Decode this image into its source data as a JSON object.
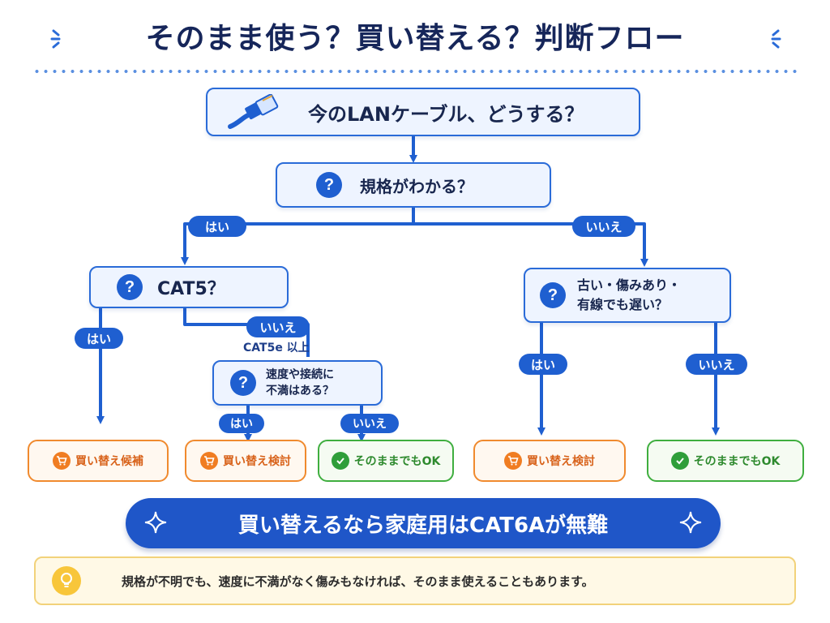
{
  "title": "そのまま使う？買い替える？判断フロー",
  "start": {
    "text": "今のLANケーブル、どうする？"
  },
  "q1": {
    "text": "規格がわかる？"
  },
  "q2": {
    "text": "CAT5？"
  },
  "q3": {
    "line1": "古い・傷みあり・",
    "line2": "有線でも遅い？"
  },
  "q4": {
    "line1": "速度や接続に",
    "line2": "不満はある？"
  },
  "labels": {
    "yes": "はい",
    "no": "いいえ",
    "cat5e_or_above": "CAT5e 以上"
  },
  "results": {
    "replace_candidate": "買い替え候補",
    "consider_replace_1": "買い替え検討",
    "keep_ok_1": "そのままでもOK",
    "consider_replace_2": "買い替え検討",
    "keep_ok_2": "そのままでもOK"
  },
  "banner": "買い替えるなら家庭用はCAT6Aが無難",
  "note": "規格が不明でも、速度に不満がなく傷みもなければ、そのまま使えることもあります。",
  "icons": {
    "cable": "lan-cable-icon",
    "question": "question-icon",
    "cart": "cart-icon",
    "check": "check-icon",
    "bulb": "lightbulb-icon",
    "sparkle": "sparkle-icon"
  },
  "colors": {
    "primary": "#1f5fd0",
    "buy": "#f08a2e",
    "ok": "#3fae3f"
  }
}
